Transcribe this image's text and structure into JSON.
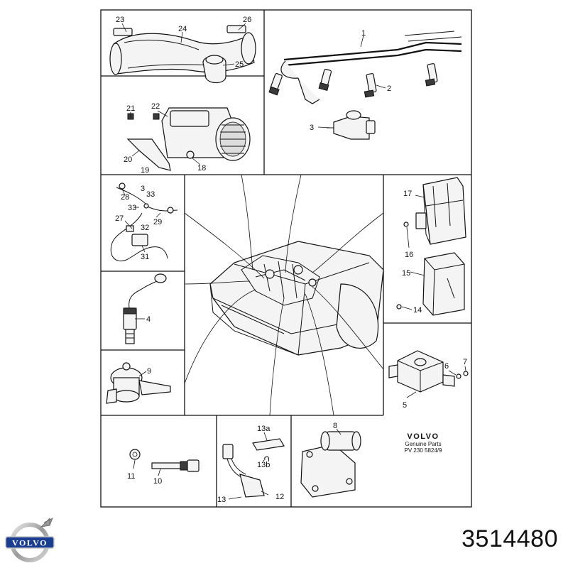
{
  "callouts": {
    "c1": "1",
    "c2": "2",
    "c3": "3",
    "c4": "4",
    "c5": "5",
    "c6": "6",
    "c7": "7",
    "c8": "8",
    "c9": "9",
    "c10": "10",
    "c11": "11",
    "c12": "12",
    "c13": "13",
    "c13a": "13a",
    "c13b": "13b",
    "c14": "14",
    "c15": "15",
    "c16": "16",
    "c17": "17",
    "c18": "18",
    "c19": "19",
    "c20": "20",
    "c21": "21",
    "c22": "22",
    "c23": "23",
    "c24": "24",
    "c25": "25",
    "c26": "26",
    "c27": "27",
    "c28": "28",
    "c29": "29",
    "c3b": "3",
    "c31": "31",
    "c32": "32",
    "c33a": "33",
    "c33b": "33"
  },
  "genuine_parts": {
    "brand": "VOLVO",
    "line1": "Genuine Parts",
    "line2": "PV 230 5824/9"
  },
  "logo": {
    "wordmark": "VOLVO"
  },
  "part_number": "3514480",
  "colors": {
    "ink": "#111111",
    "logo_blue": "#1a3d8f"
  }
}
